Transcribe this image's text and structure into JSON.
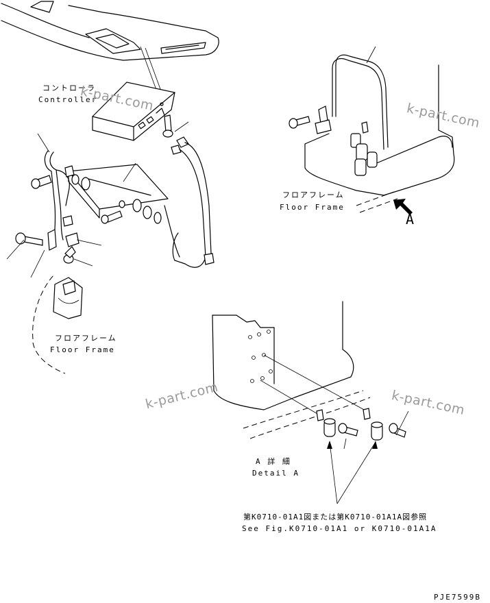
{
  "labels": {
    "controller_jp": "コントローラ",
    "controller_en": "Controller",
    "floor_frame_jp": "フロアフレーム",
    "floor_frame_en": "Floor Frame",
    "arrow_letter": "A",
    "detail_jp": "A 詳 細",
    "detail_en": "Detail A",
    "see_fig_jp": "第K0710-01A1図または第K0710-01A1A図参照",
    "see_fig_en": "See Fig.K0710-01A1 or K0710-01A1A",
    "drawing_code": "PJE7599B"
  },
  "watermarks": [
    "k-part.com",
    "k-part.com",
    "k-part.com",
    "k-part.com"
  ],
  "colors": {
    "line": "#000000",
    "background": "#ffffff",
    "watermark": "#9a9a9a"
  }
}
